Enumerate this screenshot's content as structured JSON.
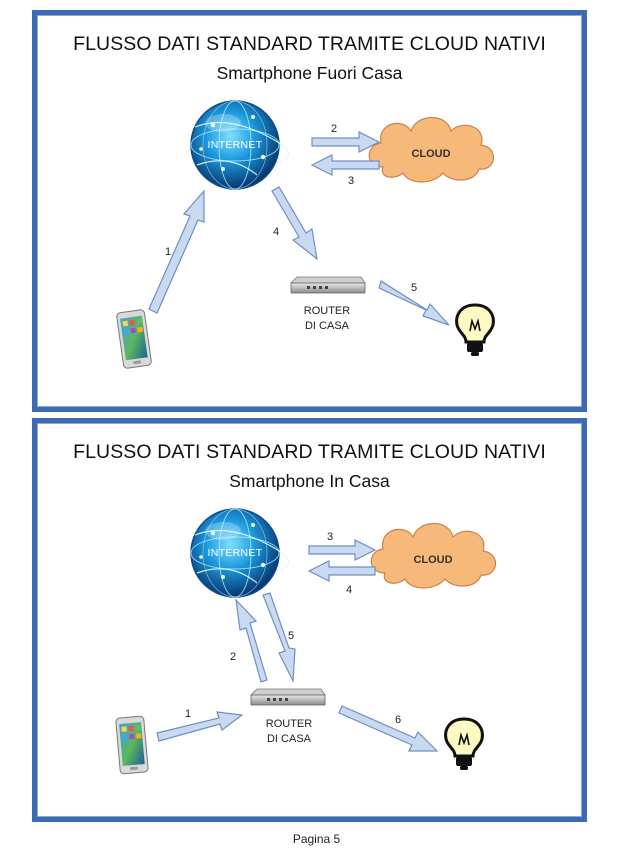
{
  "panels": [
    {
      "title": "FLUSSO DATI STANDARD TRAMITE CLOUD NATIVI",
      "subtitle": "Smartphone Fuori Casa",
      "internet_label": "INTERNET",
      "cloud_label": "CLOUD",
      "router_label_1": "ROUTER",
      "router_label_2": "DI CASA",
      "steps": [
        "1",
        "2",
        "3",
        "4",
        "5"
      ]
    },
    {
      "title": "FLUSSO DATI STANDARD TRAMITE CLOUD NATIVI",
      "subtitle": "Smartphone In Casa",
      "internet_label": "INTERNET",
      "cloud_label": "CLOUD",
      "router_label_1": "ROUTER",
      "router_label_2": "DI CASA",
      "steps": [
        "1",
        "2",
        "3",
        "4",
        "5",
        "6"
      ]
    }
  ],
  "footer": "Pagina 5",
  "colors": {
    "border": "#3d6bb3",
    "arrow_fill": "#c9d9f0",
    "arrow_stroke": "#6f8fc4",
    "cloud_fill": "#f7b97a",
    "globe": "#1a8fd8"
  }
}
